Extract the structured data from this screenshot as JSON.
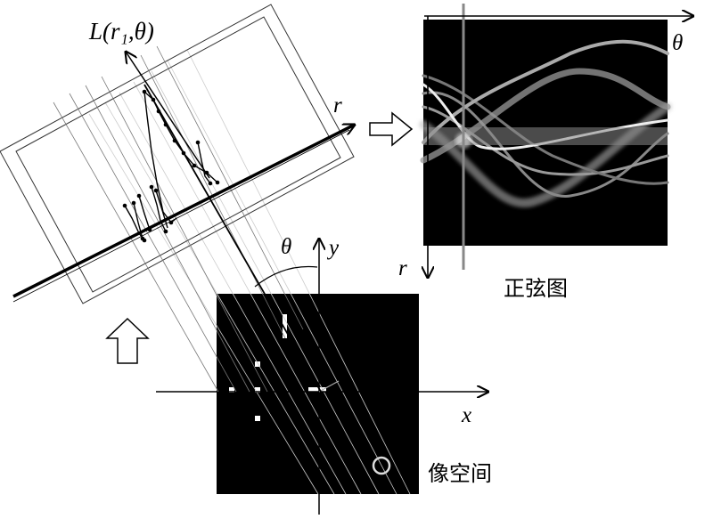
{
  "labels": {
    "projection": "L(r₁,θ)",
    "sinogram_r_axis": "r",
    "sinogram_theta_axis": "θ",
    "projection_r_axis": "r",
    "angle": "θ",
    "image_x": "x",
    "image_y": "y",
    "sinogram_caption": "正弦图",
    "image_caption": "像空间"
  }
}
